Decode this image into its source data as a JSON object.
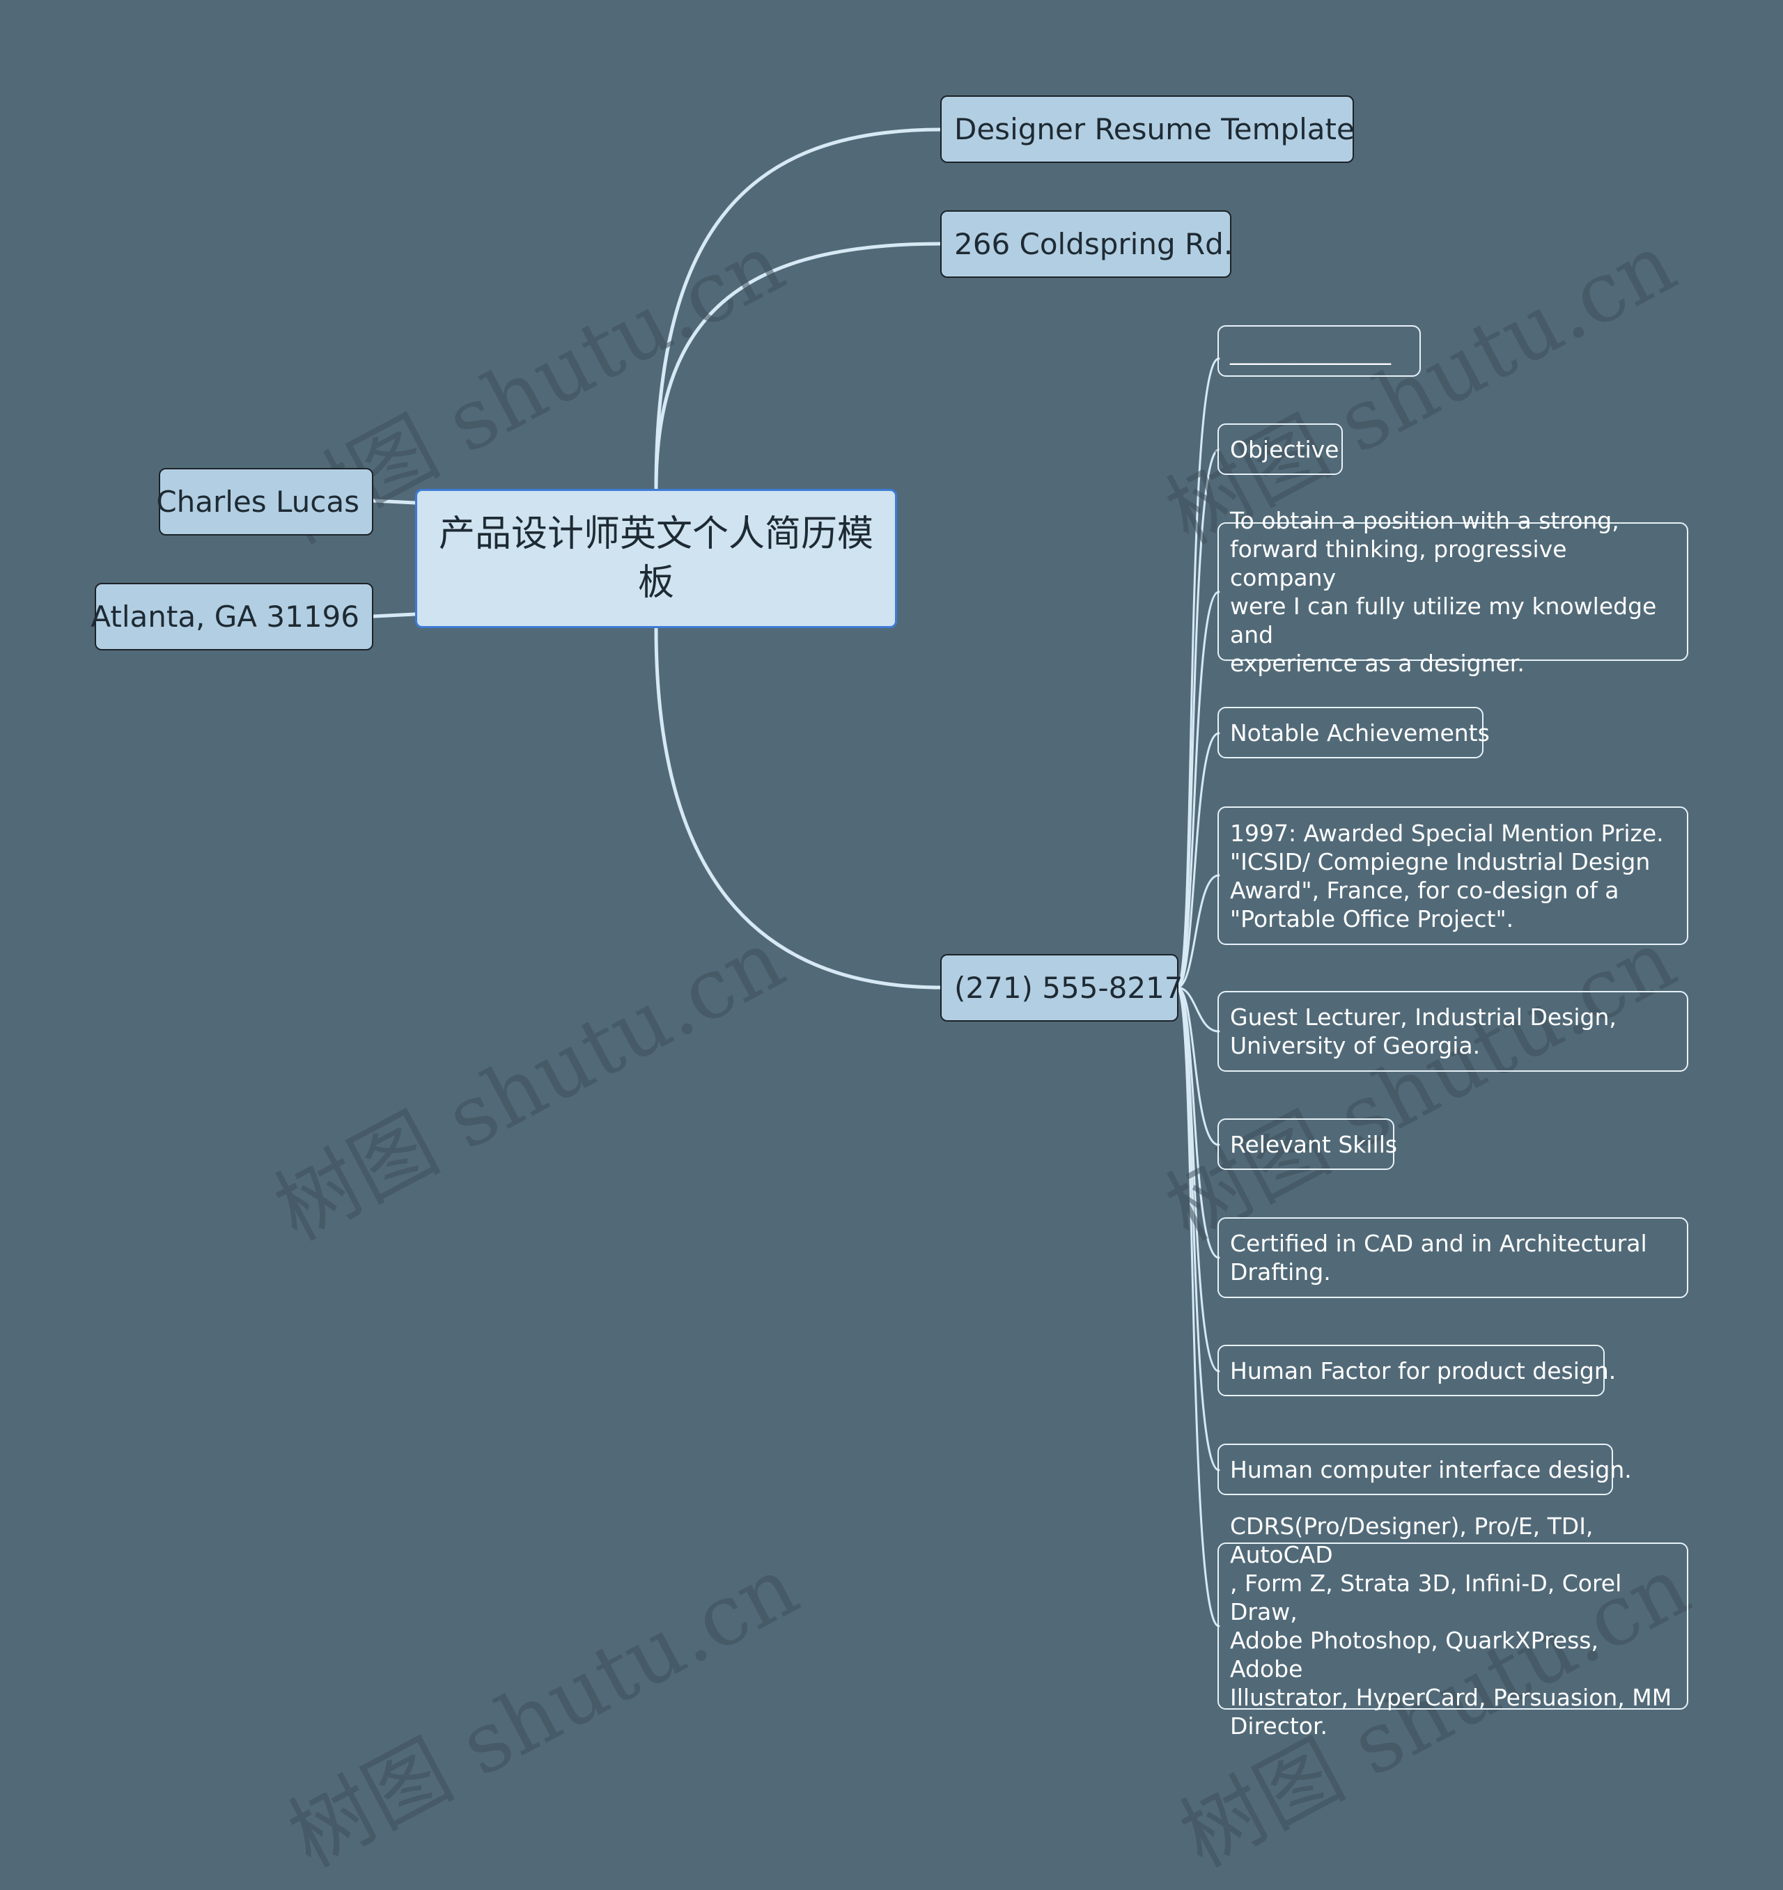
{
  "root": {
    "label": "产品设计师英文个人简历模板"
  },
  "main_nodes": [
    {
      "id": "designer-resume-template",
      "label": "Designer Resume Template"
    },
    {
      "id": "address",
      "label": "266 Coldspring Rd."
    },
    {
      "id": "phone",
      "label": "(271) 555-8217"
    },
    {
      "id": "name",
      "label": "Charles Lucas"
    },
    {
      "id": "city",
      "label": "Atlanta, GA 31196"
    }
  ],
  "phone_children": [
    {
      "label": "______________"
    },
    {
      "label": "Objective"
    },
    {
      "label": "To obtain a position with a strong,\nforward thinking, progressive company\nwere I can fully utilize my knowledge and\n experience as a designer."
    },
    {
      "label": "Notable Achievements"
    },
    {
      "label": "1997: Awarded Special Mention Prize.\n\"ICSID/ Compiegne Industrial Design\nAward\", France, for co-design of a\n\"Portable Office Project\"."
    },
    {
      "label": "Guest Lecturer, Industrial Design,\nUniversity of Georgia."
    },
    {
      "label": "Relevant Skills"
    },
    {
      "label": "Certified in CAD and in Architectural\nDrafting."
    },
    {
      "label": "Human Factor for product design."
    },
    {
      "label": "Human computer interface design."
    },
    {
      "label": "CDRS(Pro/Designer), Pro/E, TDI, AutoCAD\n, Form Z, Strata 3D, Infini-D, Corel Draw,\nAdobe Photoshop, QuarkXPress, Adobe\nIllustrator, HyperCard, Persuasion, MM\nDirector."
    }
  ],
  "watermark": "树图 shutu.cn",
  "colors": {
    "background": "#526a78",
    "root_fill": "#cfe3f0",
    "root_border": "#3d7bd6",
    "main_fill": "#b2cee2",
    "link": "#d6e9f4"
  }
}
